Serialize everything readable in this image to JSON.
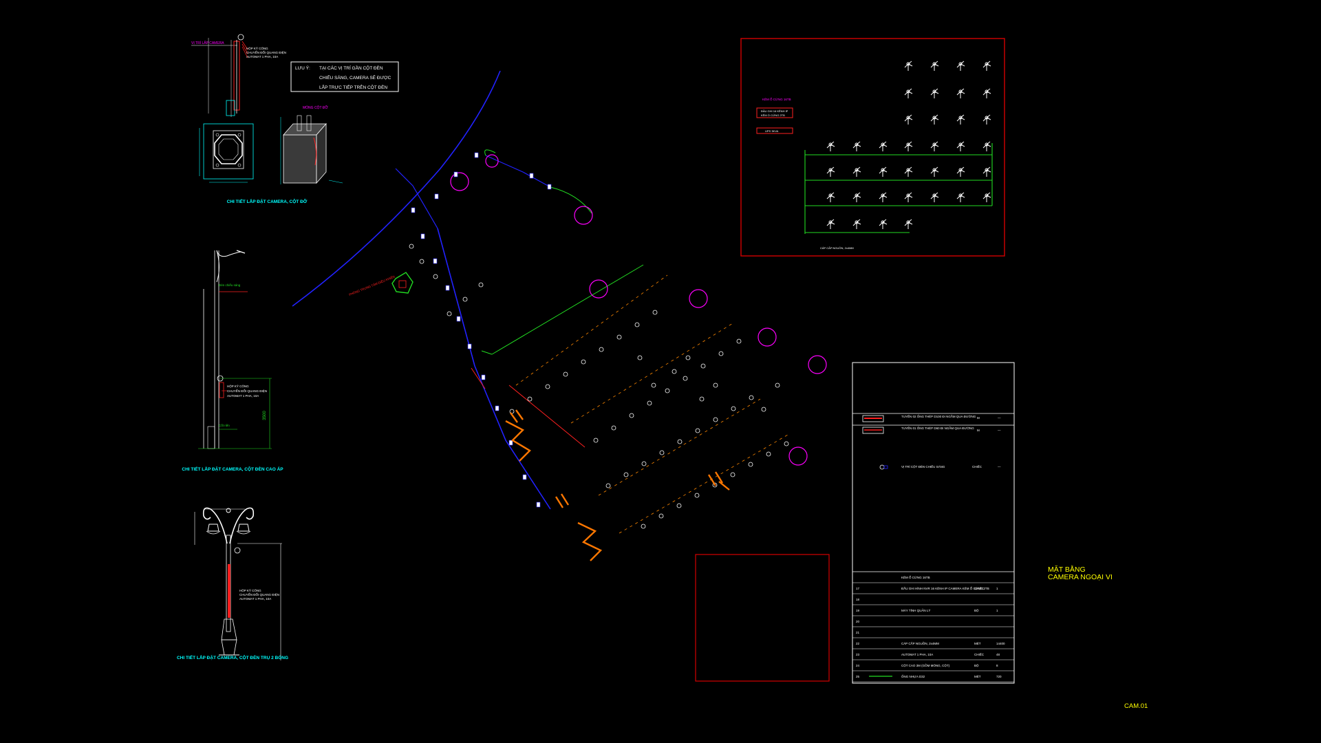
{
  "colors": {
    "background": "#000000",
    "frame": "#d40000",
    "cyan": "#00ffff",
    "yellow": "#ffff00",
    "white": "#ffffff",
    "green": "#22dd22",
    "magenta": "#ff00ff",
    "blue": "#1d1dff",
    "orange": "#ff7700",
    "red": "#ff2020"
  },
  "icons": {
    "camera": "camera-icon",
    "light_pole": "street-light-icon"
  },
  "detail_cam_pole": {
    "title": "CHI TIẾT LẮP ĐẶT CAMERA, CỘT ĐỠ",
    "label_pos": "VỊ TRÍ LẮP CAMERA",
    "notes": [
      "HỘP KỸ CÔNG",
      "CHUYỂN ĐỔI QUANG ĐIỆN",
      "AUTOMAT 1 PHA, 10A"
    ],
    "foundation_label": "MÓNG CỘT ĐỠ"
  },
  "note_box": {
    "prefix": "LƯU Ý:",
    "lines": [
      "TẠI CÁC VỊ TRÍ GẦN CỘT ĐÈN",
      "CHIẾU SÁNG, CAMERA SẼ ĐƯỢC",
      "LẮP TRỰC TIẾP TRÊN CỘT ĐÈN"
    ]
  },
  "detail_high_pole": {
    "title": "CHI TIẾT LẮP ĐẶT CAMERA, CỘT ĐÈN CAO ÁP",
    "label_light": "Đèn chiếu sáng",
    "notes": [
      "HỘP KỸ CÔNG",
      "CHUYỂN ĐỔI QUANG ĐIỆN",
      "AUTOMAT 1 PHA, 10A"
    ],
    "dimension": "3500",
    "label_ground": "Cốt nền"
  },
  "detail_double_pole": {
    "title": "CHI TIẾT LẮP ĐẶT CAMERA, CỘT ĐÈN TRỤ 2 BÓNG",
    "notes": [
      "HỘP KỸ CÔNG",
      "CHUYỂN ĐỔI QUANG ĐIỆN",
      "AUTOMAT 1 PHA, 10A"
    ]
  },
  "plan": {
    "control_room_label": "PHÒNG TRUNG TÂM ĐIỀU KHIỂN"
  },
  "schematic": {
    "left_header": "KÊM Ổ CỨNG 16TB",
    "left_box_lines": [
      "ĐẦU GHI 16 KÊNH IP",
      "KÊM Ổ CỨNG 2TB"
    ],
    "left_box2": "UPS 3KVA",
    "bottom_label": "CÁP CẤP NGUỒN, 2x4MM"
  },
  "legend": {
    "rows": [
      {
        "desc": "TUYẾN 02 ỐNG THÉP D100 ĐI NGẦM QUA ĐƯỜNG",
        "unit": "M",
        "qty": "—"
      },
      {
        "desc": "TUYẾN 01 ỐNG THÉP D60 ĐI NGẦM QUA ĐƯỜNG",
        "unit": "M",
        "qty": "—"
      },
      {
        "desc": "VỊ TRÍ CỘT ĐÈN CHIẾU SÁNG",
        "unit": "CHIẾC",
        "qty": "—"
      }
    ],
    "numbered": [
      {
        "no": "",
        "desc": "KÊM Ổ CỨNG 16TB",
        "unit": "",
        "qty": ""
      },
      {
        "no": "17",
        "desc": "ĐẦU GHI HÌNH NVR 16 KÊNH IP CAMERA KÊM Ổ CỨNG 2TB",
        "unit": "CHIẾC",
        "qty": "1"
      },
      {
        "no": "18",
        "desc": "",
        "unit": "",
        "qty": ""
      },
      {
        "no": "19",
        "desc": "MÁY TÍNH QUẢN LÝ",
        "unit": "BỘ",
        "qty": "1"
      },
      {
        "no": "20",
        "desc": "",
        "unit": "",
        "qty": ""
      },
      {
        "no": "21",
        "desc": "",
        "unit": "",
        "qty": ""
      },
      {
        "no": "22",
        "desc": "CÁP CẤP NGUỒN, 2x4MM",
        "unit": "MÉT",
        "qty": "14400"
      },
      {
        "no": "23",
        "desc": "AUTOMAT 1 PHA, 10A",
        "unit": "CHIẾC",
        "qty": "48"
      },
      {
        "no": "24",
        "desc": "CỘT CAO 3M (GỒM MÓNG, CỘT)",
        "unit": "BỘ",
        "qty": "8"
      },
      {
        "no": "25",
        "desc": "ỐNG NHỰA D32",
        "unit": "MÉT",
        "qty": "720"
      }
    ]
  },
  "title_block": {
    "line1": "MẶT BẰNG",
    "line2": "CAMERA NGOẠI VI",
    "sheet": "CAM.01"
  }
}
